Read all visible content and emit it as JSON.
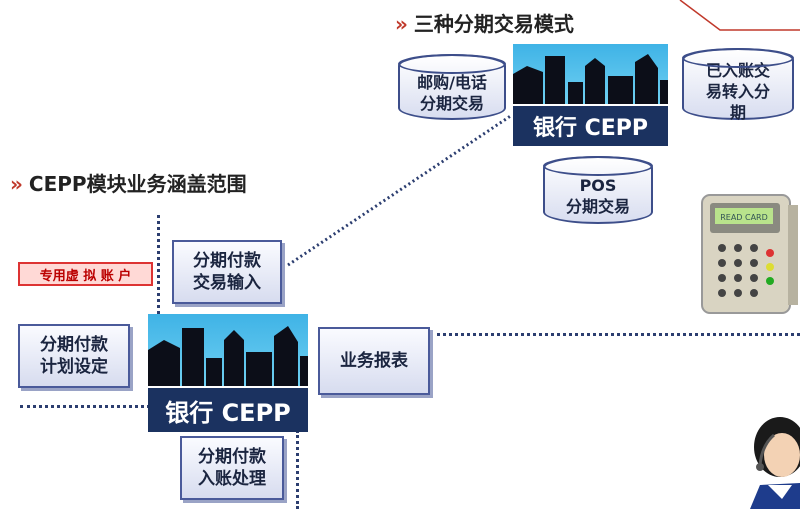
{
  "heading_modes": "三种分期交易模式",
  "heading_scope": "CEPP模块业务涵盖范围",
  "bank_label": "银行 CEPP",
  "mode_mailorder": "邮购/电话\n分期交易",
  "mode_posted": "已入账交\n易转入分\n期",
  "mode_pos": "POS\n分期交易",
  "virtual_account": "专用虚 拟 账 户",
  "input": "分期付款\n交易输入",
  "plan": "分期付款\n计划设定",
  "report": "业务报表",
  "posting": "分期付款\n入账处理",
  "terminal_screen": "READ CARD"
}
